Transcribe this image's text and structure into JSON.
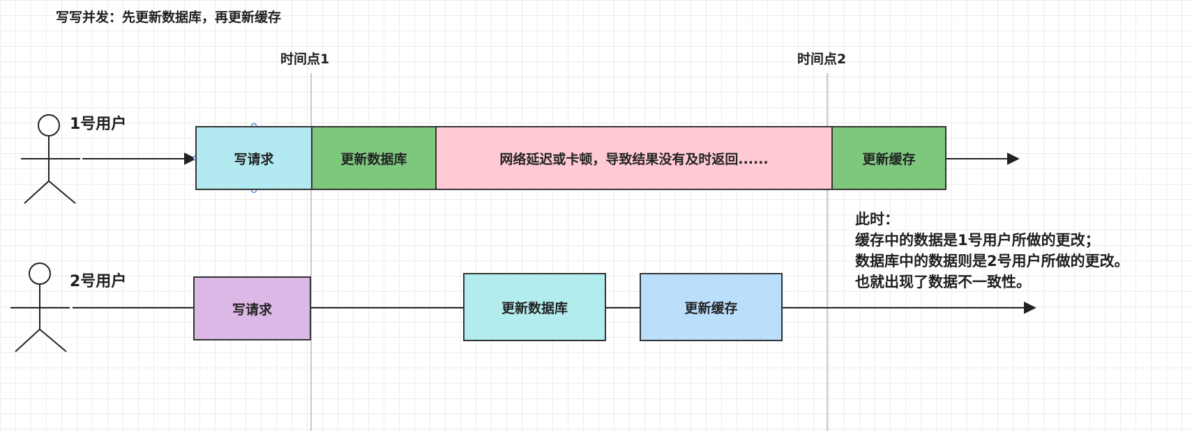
{
  "title": "写写并发：先更新数据库，再更新缓存",
  "time_points": [
    "时间点1",
    "时间点2"
  ],
  "user1": {
    "name": "1号用户",
    "steps": [
      "写请求",
      "更新数据库",
      "网络延迟或卡顿，导致结果没有及时返回......",
      "更新缓存"
    ]
  },
  "user2": {
    "name": "2号用户",
    "steps": [
      "写请求",
      "更新数据库",
      "更新缓存"
    ]
  },
  "note": {
    "lines": [
      "此时：",
      "缓存中的数据是1号用户所做的更改；",
      "数据库中的数据则是2号用户所做的更改。",
      "也就出现了数据不一致性。"
    ]
  },
  "colors": {
    "request_1": "#b3e9f0",
    "db_update": "#7ec87e",
    "delay": "#ffcad4",
    "request_2": "#dcb8e6",
    "db_update_2": "#b3ecee",
    "cache_update_2": "#bbdefb"
  }
}
